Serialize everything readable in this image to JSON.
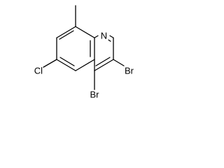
{
  "molecule": {
    "atom_labels": {
      "nitrogen": "N",
      "chlorine": "Cl",
      "bromine_3": "Br",
      "bromine_4": "Br"
    }
  },
  "colors": {
    "bond": "#000000",
    "label": "#000000",
    "background": "#ffffff"
  }
}
